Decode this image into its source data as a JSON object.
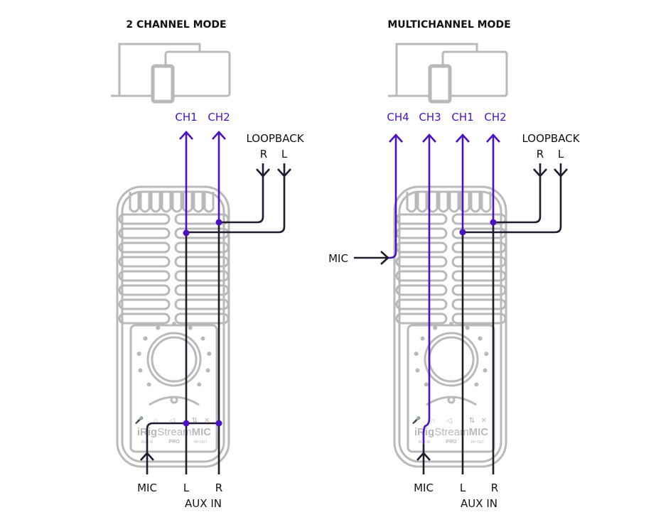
{
  "colors": {
    "signal": "#4a12c0",
    "wire": "#221a2e",
    "device": "#b9b9b9"
  },
  "left": {
    "title": "2 CHANNEL MODE",
    "channels": [
      "CH1",
      "CH2"
    ],
    "loopback": {
      "label": "LOOPBACK",
      "r": "R",
      "l": "L"
    },
    "inputs": {
      "mic": "MIC",
      "l": "L",
      "r": "R",
      "aux": "AUX IN"
    }
  },
  "right": {
    "title": "MULTICHANNEL MODE",
    "channels": [
      "CH4",
      "CH3",
      "CH1",
      "CH2"
    ],
    "loopback": {
      "label": "LOOPBACK",
      "r": "R",
      "l": "L"
    },
    "mic_side": "MIC",
    "inputs": {
      "mic": "MIC",
      "l": "L",
      "r": "R",
      "aux": "AUX IN"
    }
  },
  "device": {
    "brand_prefix": "iRig",
    "brand_mid": "Stream",
    "brand_suffix": "MIC",
    "model": "PRO",
    "aux_in": "AUX IN",
    "hp_out": "HP OUT"
  },
  "icons": [
    "computer-devices-icon",
    "microphone-device-icon"
  ]
}
